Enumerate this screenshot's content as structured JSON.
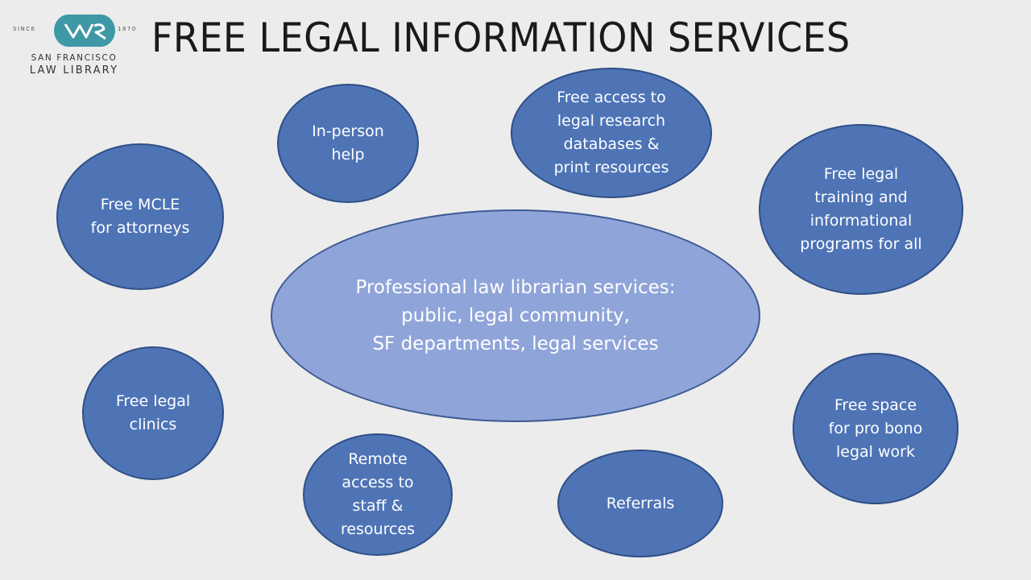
{
  "logo": {
    "since_label": "SINCE",
    "year": "1870",
    "org_line1": "SAN FRANCISCO",
    "org_line2": "LAW LIBRARY"
  },
  "title": "FREE LEGAL INFORMATION SERVICES",
  "center_node": "Professional law librarian services:\npublic, legal community,\nSF departments, legal services",
  "nodes": {
    "in_person": "In-person\nhelp",
    "databases": "Free access to\nlegal research\ndatabases &\nprint resources",
    "mcle": "Free MCLE\nfor attorneys",
    "training": "Free legal\ntraining and\ninformational\nprograms for all",
    "clinics": "Free legal\nclinics",
    "pro_bono": "Free space\nfor pro bono\nlegal work",
    "remote": "Remote\naccess to\nstaff &\nresources",
    "referrals": "Referrals"
  },
  "colors": {
    "node_fill": "#4e74b6",
    "center_fill": "#8fa4d8",
    "logo_teal": "#3f98a6"
  }
}
